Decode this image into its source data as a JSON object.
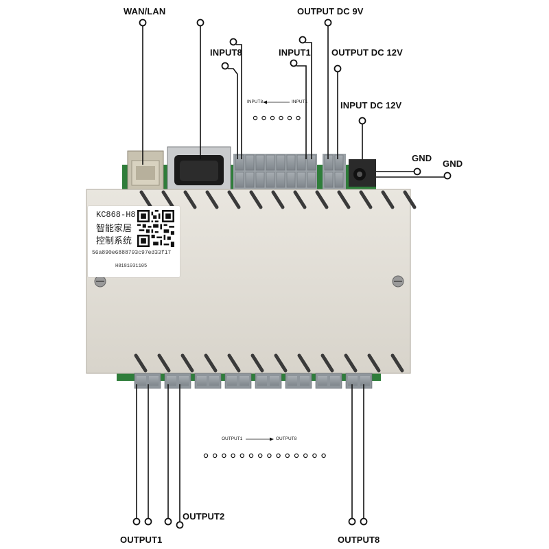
{
  "labels": {
    "wan_lan": "WAN/LAN",
    "output_dc_9v": "OUTPUT DC 9V",
    "input8": "INPUT8",
    "input1": "INPUT1",
    "output_dc_12v": "OUTPUT DC 12V",
    "input_dc_12v": "INPUT DC 12V",
    "gnd_1": "GND",
    "gnd_2": "GND",
    "output1": "OUTPUT1",
    "output2": "OUTPUT2",
    "output8": "OUTPUT8"
  },
  "arrows": {
    "input_from": "INPUT8",
    "input_to": "INPUT1",
    "output_from": "OUTPUT1",
    "output_to": "OUTPUT8"
  },
  "sticker": {
    "model": "KC868-H8",
    "name_line1": "智能家居",
    "name_line2": "控制系统",
    "hash": "56a890e6888793c97ed33f17",
    "serial": "H8181031105"
  },
  "colors": {
    "case": "#e2ded6",
    "pcb": "#2f7d3a",
    "terminal": "#8f969c",
    "wire": "#111111"
  }
}
